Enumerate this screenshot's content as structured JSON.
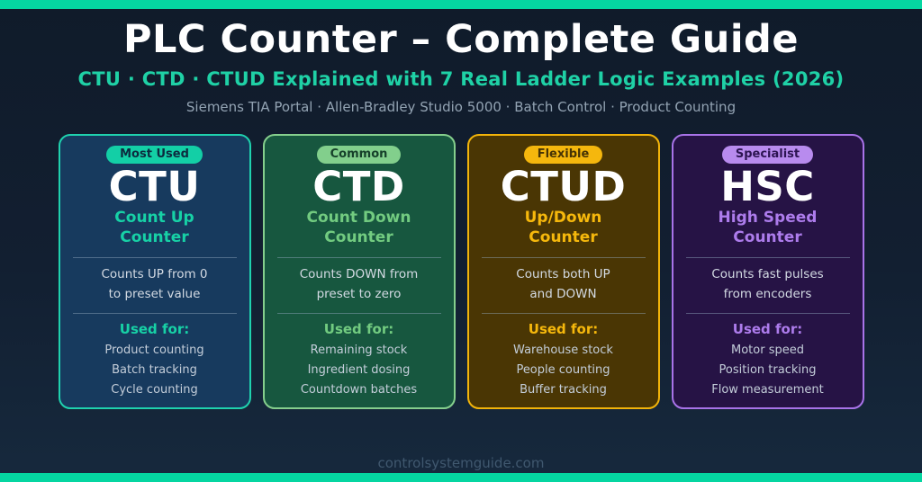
{
  "theme": {
    "page_bg_top": "#101b2a",
    "page_bg_bottom": "#16293d",
    "accent_bar": "#05d6a1",
    "title_color": "#ffffff",
    "subtitle_color": "#1fd1a6",
    "tagline_color": "#93a3b3",
    "watermark_color": "#40586f"
  },
  "header": {
    "title": "PLC Counter – Complete Guide",
    "subtitle": "CTU · CTD · CTUD Explained with 7 Real Ladder Logic Examples (2026)",
    "tagline": "Siemens TIA Portal · Allen-Bradley Studio 5000 · Batch Control · Product Counting"
  },
  "cards": [
    {
      "badge": "Most Used",
      "title": "CTU",
      "subtitle": "Count Up\nCounter",
      "description": "Counts UP from 0\nto preset value",
      "used_for_label": "Used for:",
      "uses": [
        "Product counting",
        "Batch tracking",
        "Cycle counting"
      ],
      "colors": {
        "bg": "#173a5e",
        "border": "#1fd1ae",
        "accent": "#17d1a6",
        "badge_bg": "#13cfa6",
        "badge_text": "#0d2a3f"
      }
    },
    {
      "badge": "Common",
      "title": "CTD",
      "subtitle": "Count Down\nCounter",
      "description": "Counts DOWN from\npreset to zero",
      "used_for_label": "Used for:",
      "uses": [
        "Remaining stock",
        "Ingredient dosing",
        "Countdown batches"
      ],
      "colors": {
        "bg": "#17573f",
        "border": "#85cf8d",
        "accent": "#72cb80",
        "badge_bg": "#82cf8c",
        "badge_text": "#16402a"
      }
    },
    {
      "badge": "Flexible",
      "title": "CTUD",
      "subtitle": "Up/Down\nCounter",
      "description": "Counts both UP\nand DOWN",
      "used_for_label": "Used for:",
      "uses": [
        "Warehouse stock",
        "People counting",
        "Buffer tracking"
      ],
      "colors": {
        "bg": "#4a3604",
        "border": "#f2b40a",
        "accent": "#f6b80c",
        "badge_bg": "#f5b70d",
        "badge_text": "#463305"
      }
    },
    {
      "badge": "Specialist",
      "title": "HSC",
      "subtitle": "High Speed\nCounter",
      "description": "Counts fast pulses\nfrom encoders",
      "used_for_label": "Used for:",
      "uses": [
        "Motor speed",
        "Position tracking",
        "Flow measurement"
      ],
      "colors": {
        "bg": "#261345",
        "border": "#a873e8",
        "accent": "#ad7cec",
        "badge_bg": "#b88bee",
        "badge_text": "#2c1452"
      }
    }
  ],
  "footer": {
    "watermark": "controlsystemguide.com"
  }
}
